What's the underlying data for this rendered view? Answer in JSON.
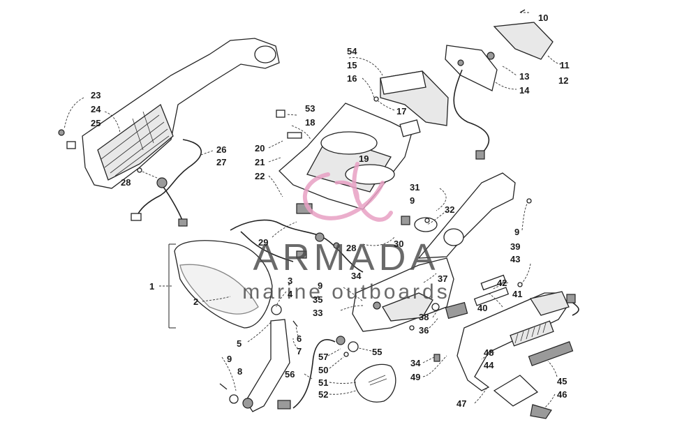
{
  "diagram": {
    "callouts": [
      {
        "id": "c10",
        "text": "10"
      },
      {
        "id": "c11",
        "text": "11"
      },
      {
        "id": "c12",
        "text": "12"
      },
      {
        "id": "c13",
        "text": "13"
      },
      {
        "id": "c14",
        "text": "14"
      },
      {
        "id": "c54",
        "text": "54"
      },
      {
        "id": "c15",
        "text": "15"
      },
      {
        "id": "c16",
        "text": "16"
      },
      {
        "id": "c17",
        "text": "17"
      },
      {
        "id": "c23",
        "text": "23"
      },
      {
        "id": "c24",
        "text": "24"
      },
      {
        "id": "c25",
        "text": "25"
      },
      {
        "id": "c53",
        "text": "53"
      },
      {
        "id": "c18",
        "text": "18"
      },
      {
        "id": "c26",
        "text": "26"
      },
      {
        "id": "c27",
        "text": "27"
      },
      {
        "id": "c20",
        "text": "20"
      },
      {
        "id": "c21",
        "text": "21"
      },
      {
        "id": "c19",
        "text": "19"
      },
      {
        "id": "c28a",
        "text": "28"
      },
      {
        "id": "c22",
        "text": "22"
      },
      {
        "id": "c31",
        "text": "31"
      },
      {
        "id": "c9a",
        "text": "9"
      },
      {
        "id": "c32",
        "text": "32"
      },
      {
        "id": "c9b",
        "text": "9"
      },
      {
        "id": "c39",
        "text": "39"
      },
      {
        "id": "c43",
        "text": "43"
      },
      {
        "id": "c29",
        "text": "29"
      },
      {
        "id": "c28b",
        "text": "28"
      },
      {
        "id": "c30",
        "text": "30"
      },
      {
        "id": "c1",
        "text": "1"
      },
      {
        "id": "c3",
        "text": "3"
      },
      {
        "id": "c4",
        "text": "4"
      },
      {
        "id": "c2",
        "text": "2"
      },
      {
        "id": "c9c",
        "text": "9"
      },
      {
        "id": "c34a",
        "text": "34"
      },
      {
        "id": "c35",
        "text": "35"
      },
      {
        "id": "c33",
        "text": "33"
      },
      {
        "id": "c37",
        "text": "37"
      },
      {
        "id": "c42",
        "text": "42"
      },
      {
        "id": "c41",
        "text": "41"
      },
      {
        "id": "c40",
        "text": "40"
      },
      {
        "id": "c38",
        "text": "38"
      },
      {
        "id": "c36",
        "text": "36"
      },
      {
        "id": "c5",
        "text": "5"
      },
      {
        "id": "c6",
        "text": "6"
      },
      {
        "id": "c7",
        "text": "7"
      },
      {
        "id": "c55",
        "text": "55"
      },
      {
        "id": "c9d",
        "text": "9"
      },
      {
        "id": "c8",
        "text": "8"
      },
      {
        "id": "c57",
        "text": "57"
      },
      {
        "id": "c50",
        "text": "50"
      },
      {
        "id": "c51",
        "text": "51"
      },
      {
        "id": "c52",
        "text": "52"
      },
      {
        "id": "c56",
        "text": "56"
      },
      {
        "id": "c34b",
        "text": "34"
      },
      {
        "id": "c49",
        "text": "49"
      },
      {
        "id": "c48",
        "text": "48"
      },
      {
        "id": "c44",
        "text": "44"
      },
      {
        "id": "c45",
        "text": "45"
      },
      {
        "id": "c46",
        "text": "46"
      },
      {
        "id": "c47",
        "text": "47"
      }
    ]
  },
  "watermark": {
    "brand": "ARMADA",
    "tagline": "marine outboards",
    "colors": {
      "logo_pink": "#e8a0c4",
      "text_gray": "#4a4a4a"
    }
  }
}
